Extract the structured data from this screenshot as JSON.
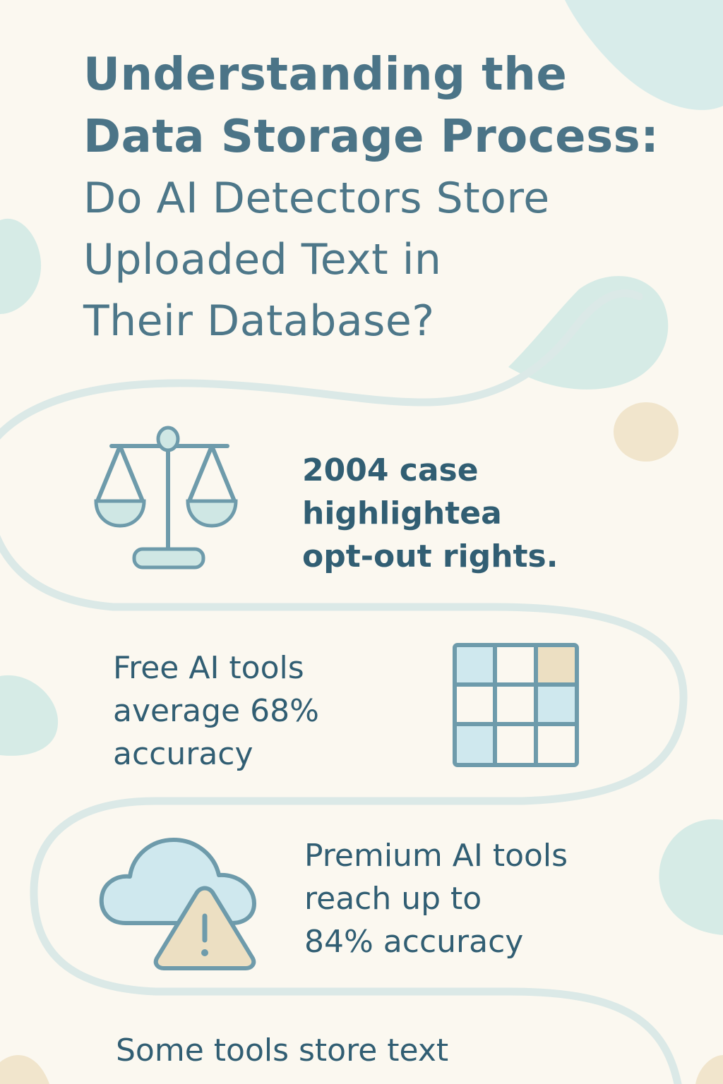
{
  "title": {
    "bold_lines": [
      "Understanding the",
      "Data Storage Process:"
    ],
    "light_lines": [
      "Do AI Detectors Store",
      "Uploaded Text in",
      "Their Database?"
    ]
  },
  "facts": [
    {
      "icon": "scale-of-justice-icon",
      "lines": [
        "2004 case",
        "highlightea",
        "opt-out rights."
      ]
    },
    {
      "icon": "grid-icon",
      "lines": [
        "Free AI tools",
        "average 68%",
        "accuracy"
      ]
    },
    {
      "icon": "cloud-warning-icon",
      "lines": [
        "Premium AI tools",
        "reach up to",
        "84% accuracy"
      ]
    },
    {
      "icon": "",
      "lines": [
        "Some tools store text"
      ]
    }
  ],
  "colors": {
    "background": "#fbf8f0",
    "primary_text": "#315e73",
    "title_text": "#4b7487",
    "accent_teal": "#cfe7e4",
    "accent_sand": "#ecdfc2",
    "icon_stroke": "#6e9bab"
  }
}
